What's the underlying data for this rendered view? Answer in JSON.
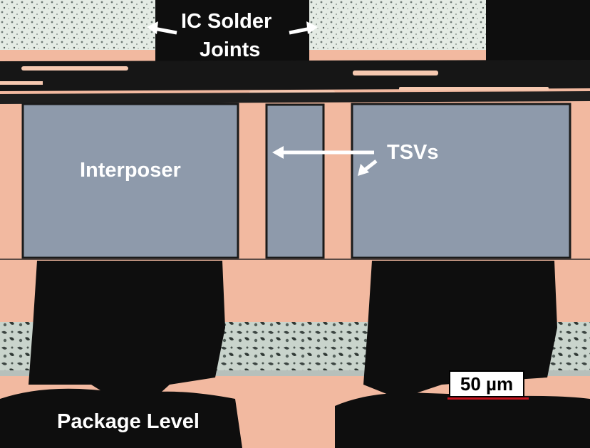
{
  "labels": {
    "ic_solder_line1": "IC Solder",
    "ic_solder_line2": "Joints",
    "interposer": "Interposer",
    "tsvs": "TSVs",
    "package_level": "Package Level"
  },
  "scale_bar": {
    "text": "50 µm",
    "color": "#c8141e"
  },
  "colors": {
    "copper": "#f2b9a0",
    "silicon": "#8e9aab",
    "solder_dark": "#0e0e0e",
    "solder_light": "#e6ece4",
    "label_text": "#ffffff"
  }
}
